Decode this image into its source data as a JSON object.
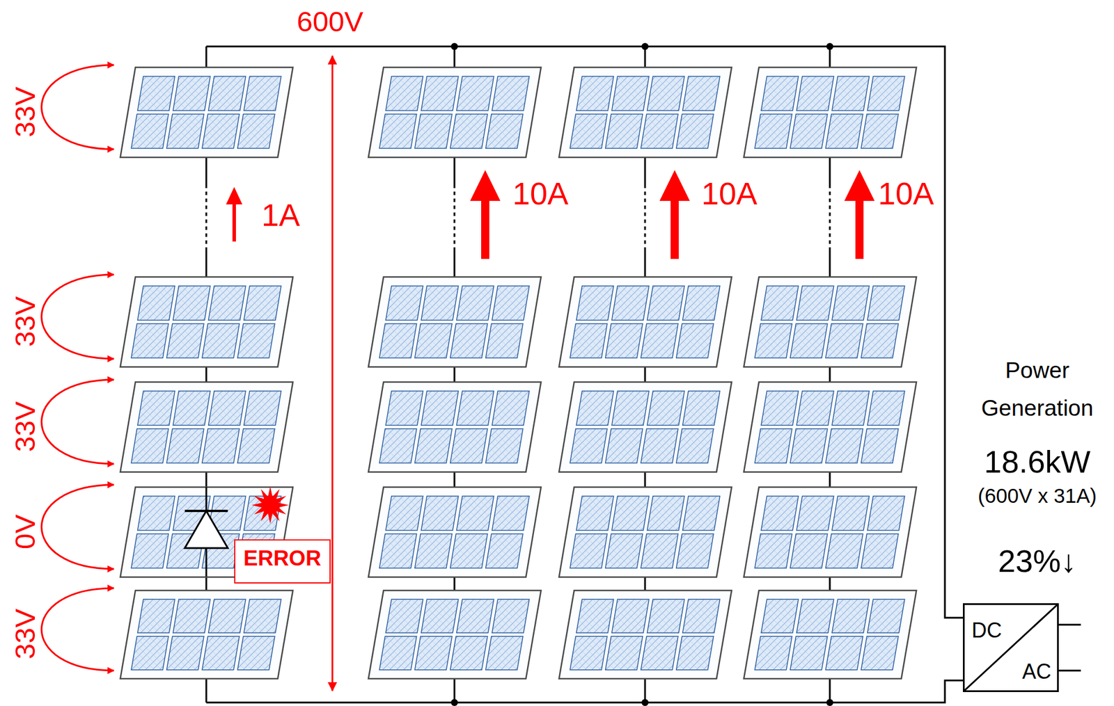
{
  "diagram": {
    "nodes": [
      {
        "text": [
          "ERROR"
        ]
      },
      {
        "text": [
          "DC",
          "AC"
        ]
      }
    ],
    "labels": [
      "600V",
      "33V",
      "33V",
      "33V",
      "0V",
      "33V",
      "1A",
      "10A",
      "10A",
      "10A",
      "Power Generation",
      "18.6kW",
      "(600V x 31A)",
      "23%↓"
    ]
  }
}
